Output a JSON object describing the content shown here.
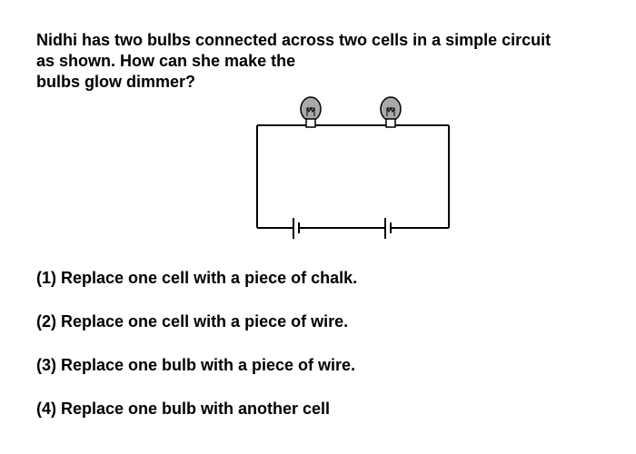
{
  "question": {
    "lines": [
      "Nidhi has two bulbs connected across two cells in a simple circuit",
      "as shown. How can she make the",
      "bulbs glow dimmer?"
    ]
  },
  "diagram": {
    "components": {
      "bulbs": 2,
      "cells": 2
    },
    "colors": {
      "wire": "#000000",
      "bulb_glass": "#a9a9a9"
    }
  },
  "options": [
    "(1) Replace one cell with a piece of chalk.",
    "(2) Replace one cell with a piece of wire.",
    "(3) Replace one bulb with a piece of wire.",
    "(4) Replace one bulb with another cell"
  ]
}
